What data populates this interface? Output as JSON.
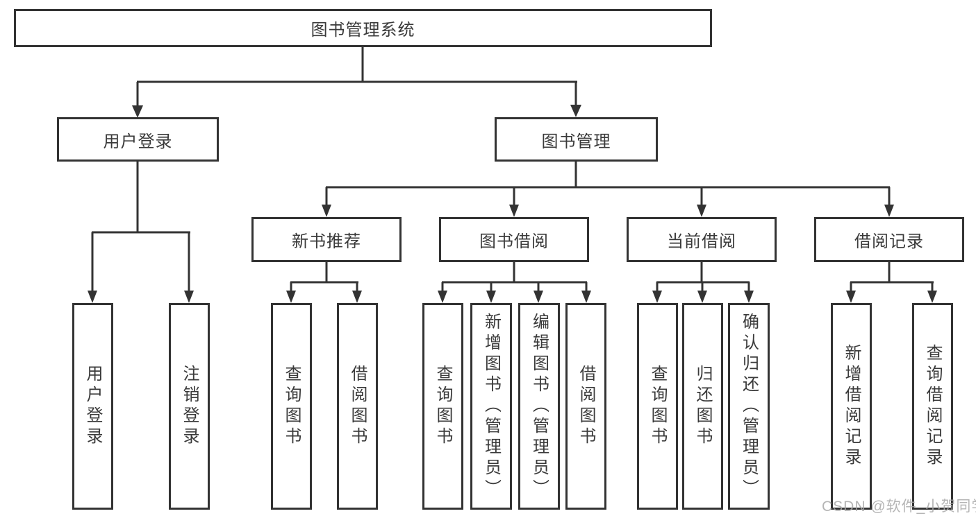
{
  "diagram": {
    "root": {
      "label": "图书管理系统"
    },
    "level2": [
      {
        "label": "用户登录"
      },
      {
        "label": "图书管理"
      }
    ],
    "level3": [
      {
        "label": "新书推荐"
      },
      {
        "label": "图书借阅"
      },
      {
        "label": "当前借阅"
      },
      {
        "label": "借阅记录"
      }
    ],
    "level4_groups": [
      {
        "parent": "用户登录",
        "items": [
          "用户登录",
          "注销登录"
        ]
      },
      {
        "parent": "新书推荐",
        "items": [
          "查询图书",
          "借阅图书"
        ]
      },
      {
        "parent": "图书借阅",
        "items": [
          "查询图书",
          "新增图书（管理员）",
          "编辑图书（管理员）",
          "借阅图书"
        ]
      },
      {
        "parent": "当前借阅",
        "items": [
          "查询图书",
          "归还图书",
          "确认归还（管理员）"
        ]
      },
      {
        "parent": "借阅记录",
        "items": [
          "新增借阅记录",
          "查询借阅记录"
        ]
      }
    ]
  },
  "watermark": {
    "text": "CSDN @软件_小贺同学"
  },
  "colors": {
    "line": "#333333",
    "text": "#3a3a3a",
    "background": "#ffffff",
    "watermark": "#a8a8a8"
  }
}
